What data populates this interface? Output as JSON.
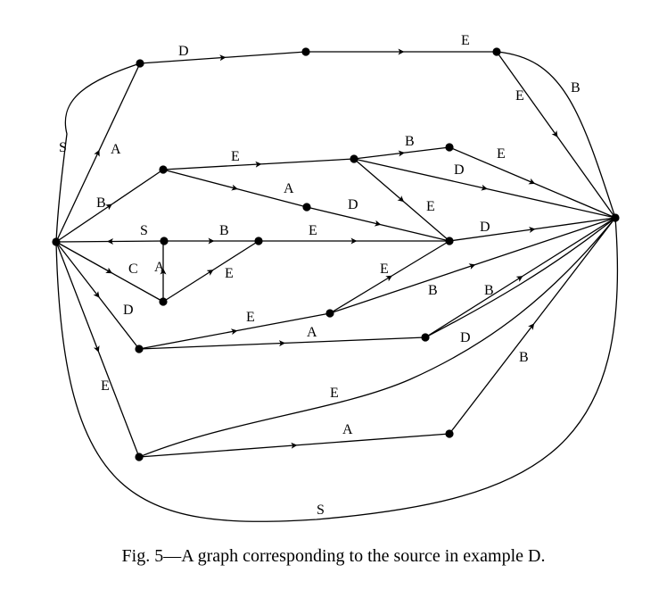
{
  "caption": "Fig. 5—A graph corresponding to the source in example D.",
  "nodes": [
    {
      "id": "n0"
    },
    {
      "id": "n1"
    },
    {
      "id": "n2"
    },
    {
      "id": "n3"
    },
    {
      "id": "n4"
    },
    {
      "id": "n5"
    },
    {
      "id": "n6"
    },
    {
      "id": "n7"
    },
    {
      "id": "n8"
    },
    {
      "id": "n9"
    },
    {
      "id": "n10"
    },
    {
      "id": "n11"
    },
    {
      "id": "n12"
    },
    {
      "id": "n13"
    },
    {
      "id": "n14"
    },
    {
      "id": "n15"
    },
    {
      "id": "n16"
    },
    {
      "id": "n17"
    },
    {
      "id": "n18"
    }
  ],
  "edges": [
    {
      "id": "e-n1-n2",
      "label": "D"
    },
    {
      "id": "e-n2-n3",
      "label": "E"
    },
    {
      "id": "e-n3-n18",
      "label": "B"
    },
    {
      "id": "e-n3-n18b",
      "label": "E"
    },
    {
      "id": "e-n1-n0",
      "label": "S"
    },
    {
      "id": "e-n0-n1",
      "label": "A"
    },
    {
      "id": "e-n0-n4",
      "label": "B"
    },
    {
      "id": "e-n4-n5",
      "label": "E"
    },
    {
      "id": "e-n5-n6",
      "label": "B"
    },
    {
      "id": "e-n6-n18",
      "label": "E"
    },
    {
      "id": "e-n5-n18",
      "label": "D"
    },
    {
      "id": "e-n5-n11",
      "label": "E"
    },
    {
      "id": "e-n4-n7",
      "label": "A"
    },
    {
      "id": "e-n7-n11",
      "label": "D"
    },
    {
      "id": "e-n8-n0",
      "label": "S"
    },
    {
      "id": "e-n8-n10",
      "label": "B"
    },
    {
      "id": "e-n10-n11",
      "label": "E"
    },
    {
      "id": "e-n11-n18",
      "label": "D"
    },
    {
      "id": "e-n0-n9",
      "label": "C"
    },
    {
      "id": "e-n9-n8",
      "label": "A"
    },
    {
      "id": "e-n9-n10",
      "label": "E"
    },
    {
      "id": "e-n12-n11",
      "label": "E"
    },
    {
      "id": "e-n12-n18",
      "label": "B"
    },
    {
      "id": "e-n0-n13",
      "label": "D"
    },
    {
      "id": "e-n13-n12",
      "label": "E"
    },
    {
      "id": "e-n13-n14",
      "label": "A"
    },
    {
      "id": "e-n14-n18",
      "label": "B"
    },
    {
      "id": "e-n14-n18b",
      "label": "D"
    },
    {
      "id": "e-n0-n15",
      "label": "E"
    },
    {
      "id": "e-n15-n18",
      "label": "E"
    },
    {
      "id": "e-n15-n16",
      "label": "A"
    },
    {
      "id": "e-n16-n18",
      "label": "B"
    },
    {
      "id": "e-n18-n0",
      "label": "S"
    }
  ]
}
